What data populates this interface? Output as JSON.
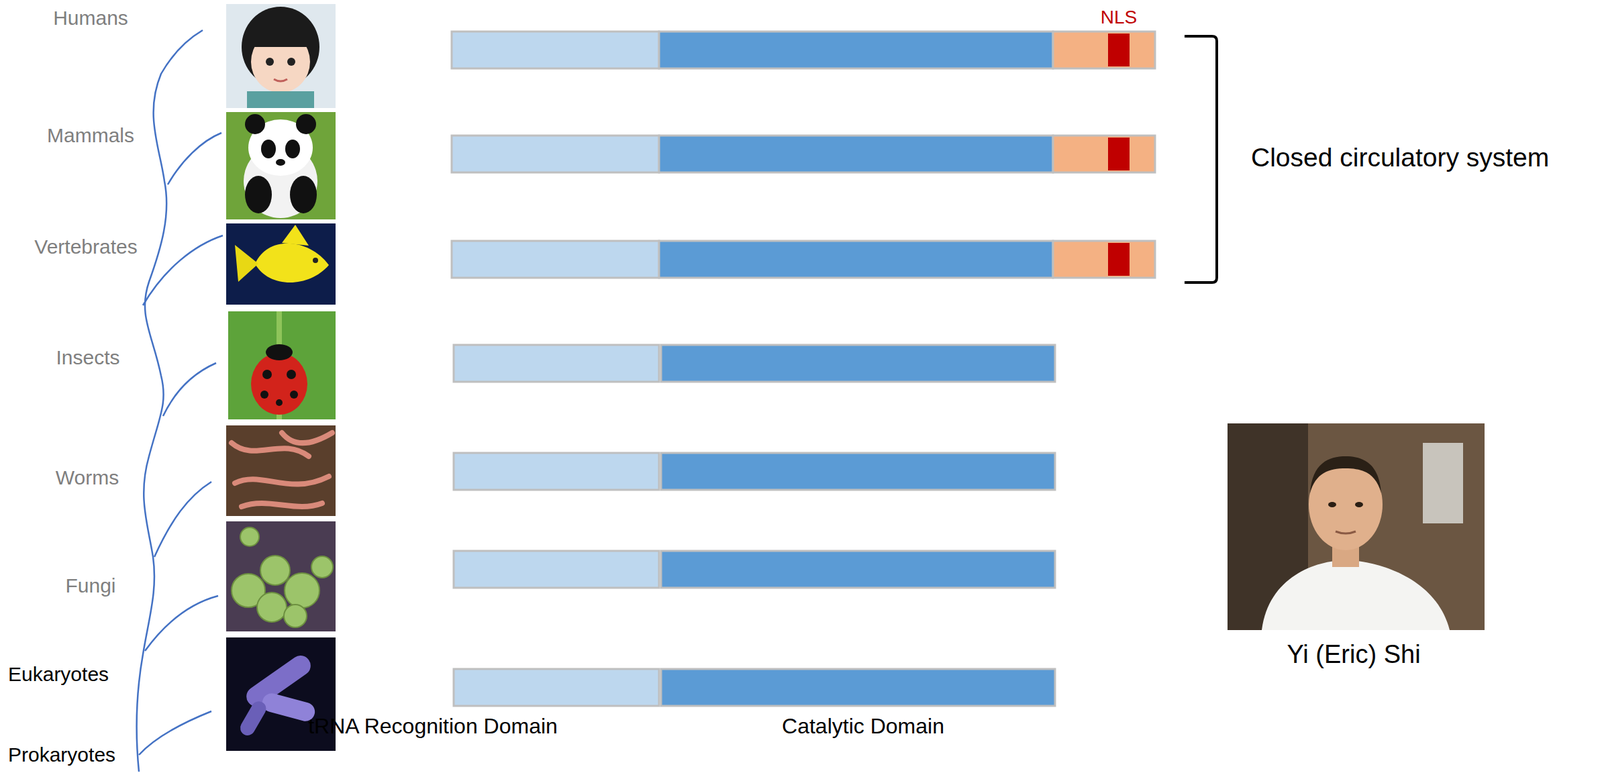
{
  "diagram": {
    "labels": [
      "NLS",
      "Humans",
      "Mammals",
      "Closed circulatory system",
      "Vertebrates",
      "Insects",
      "Worms",
      "Fungi",
      "Yi (Eric) Shi",
      "Eukaryotes",
      "tRNA Recognition Domain",
      "Catalytic Domain",
      "Prokaryotes"
    ]
  }
}
